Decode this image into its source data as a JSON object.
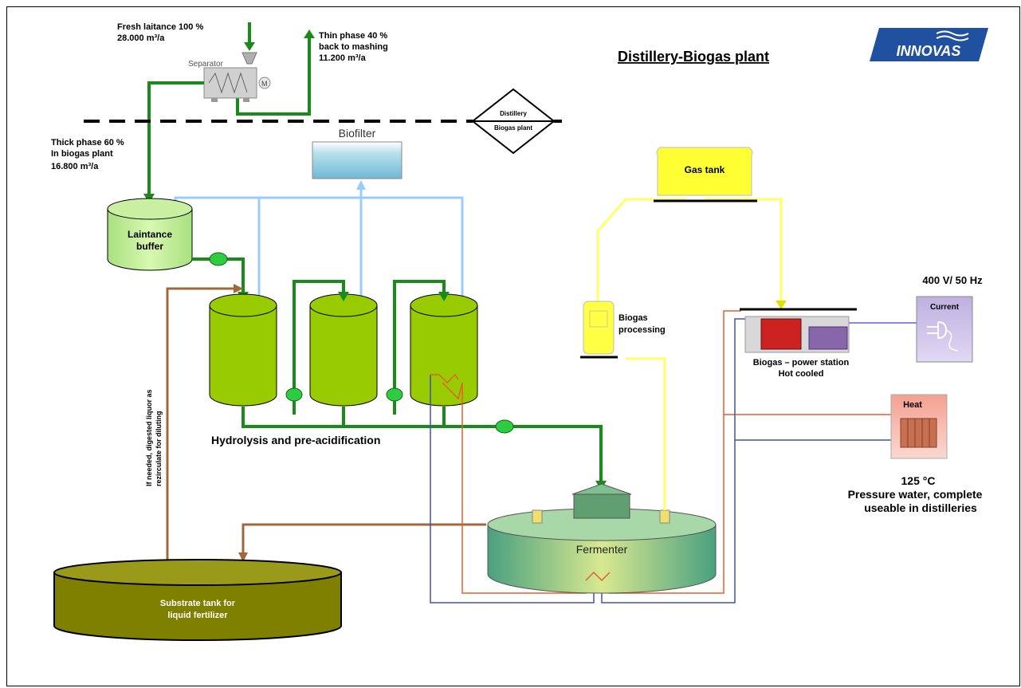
{
  "title": "Distillery-Biogas plant",
  "logo_text": "INNOVAS",
  "labels": {
    "fresh_line1": "Fresh laitance 100 %",
    "fresh_line2": "28.000 m³/a",
    "thin_line1": "Thin phase 40 %",
    "thin_line2": "back to mashing",
    "thin_line3": "11.200 m³/a",
    "separator": "Separator",
    "motor": "M",
    "thick_line1": "Thick phase 60 %",
    "thick_line2": "In biogas plant",
    "thick_line3": "16.800 m³/a",
    "distillery": "Distillery",
    "biogas_plant": "Biogas plant",
    "biofilter": "Biofilter",
    "buffer_line1": "Laintance",
    "buffer_line2": "buffer",
    "hydrolysis": "Hydrolysis and pre-acidification",
    "recirc_line1": "If needed, digested liquor as",
    "recirc_line2": "rezirculate for diluting",
    "substrate_line1": "Substrate tank  for",
    "substrate_line2": "liquid fertilizer",
    "fermenter": "Fermenter",
    "gas_tank": "Gas tank",
    "biogas_proc_line1": "Biogas",
    "biogas_proc_line2": "processing",
    "power_line1": "Biogas – power station",
    "power_line2": "Hot cooled",
    "voltage": "400 V/ 50 Hz",
    "current": "Current",
    "heat": "Heat",
    "temp": "125 °C",
    "pressure_line1": "Pressure water, complete",
    "pressure_line2": "useable in distilleries"
  },
  "colors": {
    "green_pipe": "#1a8a1a",
    "light_blue_pipe": "#99ccff",
    "brown_pipe": "#a0683a",
    "yellow_pipe": "#ffff66",
    "red_pipe": "#e06030",
    "blue_pipe": "#4050b0",
    "tank_green": "#99cc00",
    "logo_blue": "#2050a0"
  }
}
